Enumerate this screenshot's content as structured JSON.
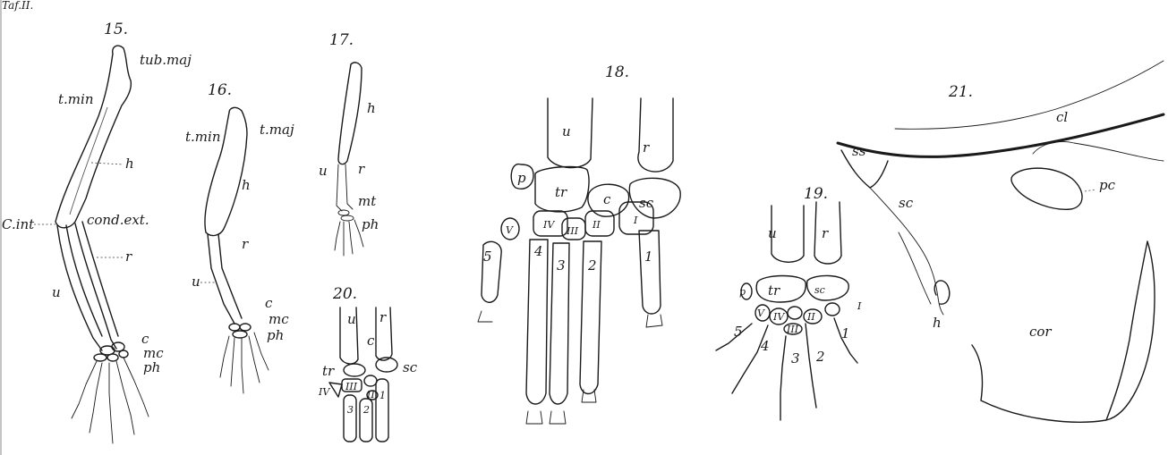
{
  "plate": {
    "header": "Taf.II."
  },
  "fig15": {
    "number": "15.",
    "labels": {
      "t_min": "t.min",
      "tub_maj": "tub.maj",
      "h": "h",
      "c_int": "C.int",
      "cond_ext": "cond.ext.",
      "r": "r",
      "u": "u",
      "c": "c",
      "mc": "mc",
      "ph": "ph"
    }
  },
  "fig16": {
    "number": "16.",
    "labels": {
      "t_min": "t.min",
      "t_maj": "t.maj",
      "h": "h",
      "r": "r",
      "u": "u",
      "c": "c",
      "mc": "mc",
      "ph": "ph"
    }
  },
  "fig17": {
    "number": "17.",
    "labels": {
      "h": "h",
      "u": "u",
      "r": "r",
      "mt": "mt",
      "ph": "ph"
    }
  },
  "fig18": {
    "number": "18.",
    "labels": {
      "u": "u",
      "r": "r",
      "p": "p",
      "tr": "tr",
      "c": "c",
      "sc": "sc",
      "V": "V",
      "IV": "IV",
      "III": "III",
      "II": "II",
      "I": "I",
      "d5": "5",
      "d4": "4",
      "d3": "3",
      "d2": "2",
      "d1": "1"
    }
  },
  "fig19": {
    "number": "19.",
    "labels": {
      "u": "u",
      "r": "r",
      "p": "p",
      "tr": "tr",
      "sc": "sc",
      "I": "I",
      "V": "V",
      "IV": "IV",
      "III": "III",
      "II": "II",
      "d5": "5",
      "d4": "4",
      "d3": "3",
      "d2": "2",
      "d1": "1"
    }
  },
  "fig20": {
    "number": "20.",
    "labels": {
      "u": "u",
      "c": "c",
      "r": "r",
      "sc": "sc",
      "tr": "tr",
      "IV": "IV",
      "III": "III",
      "II": "II",
      "d3": "3",
      "d2": "2",
      "d1": "1"
    }
  },
  "fig21": {
    "number": "21.",
    "labels": {
      "cl": "cl",
      "ss": "ss",
      "sc": "sc",
      "pc": "pc",
      "h": "h",
      "cor": "cor"
    }
  }
}
